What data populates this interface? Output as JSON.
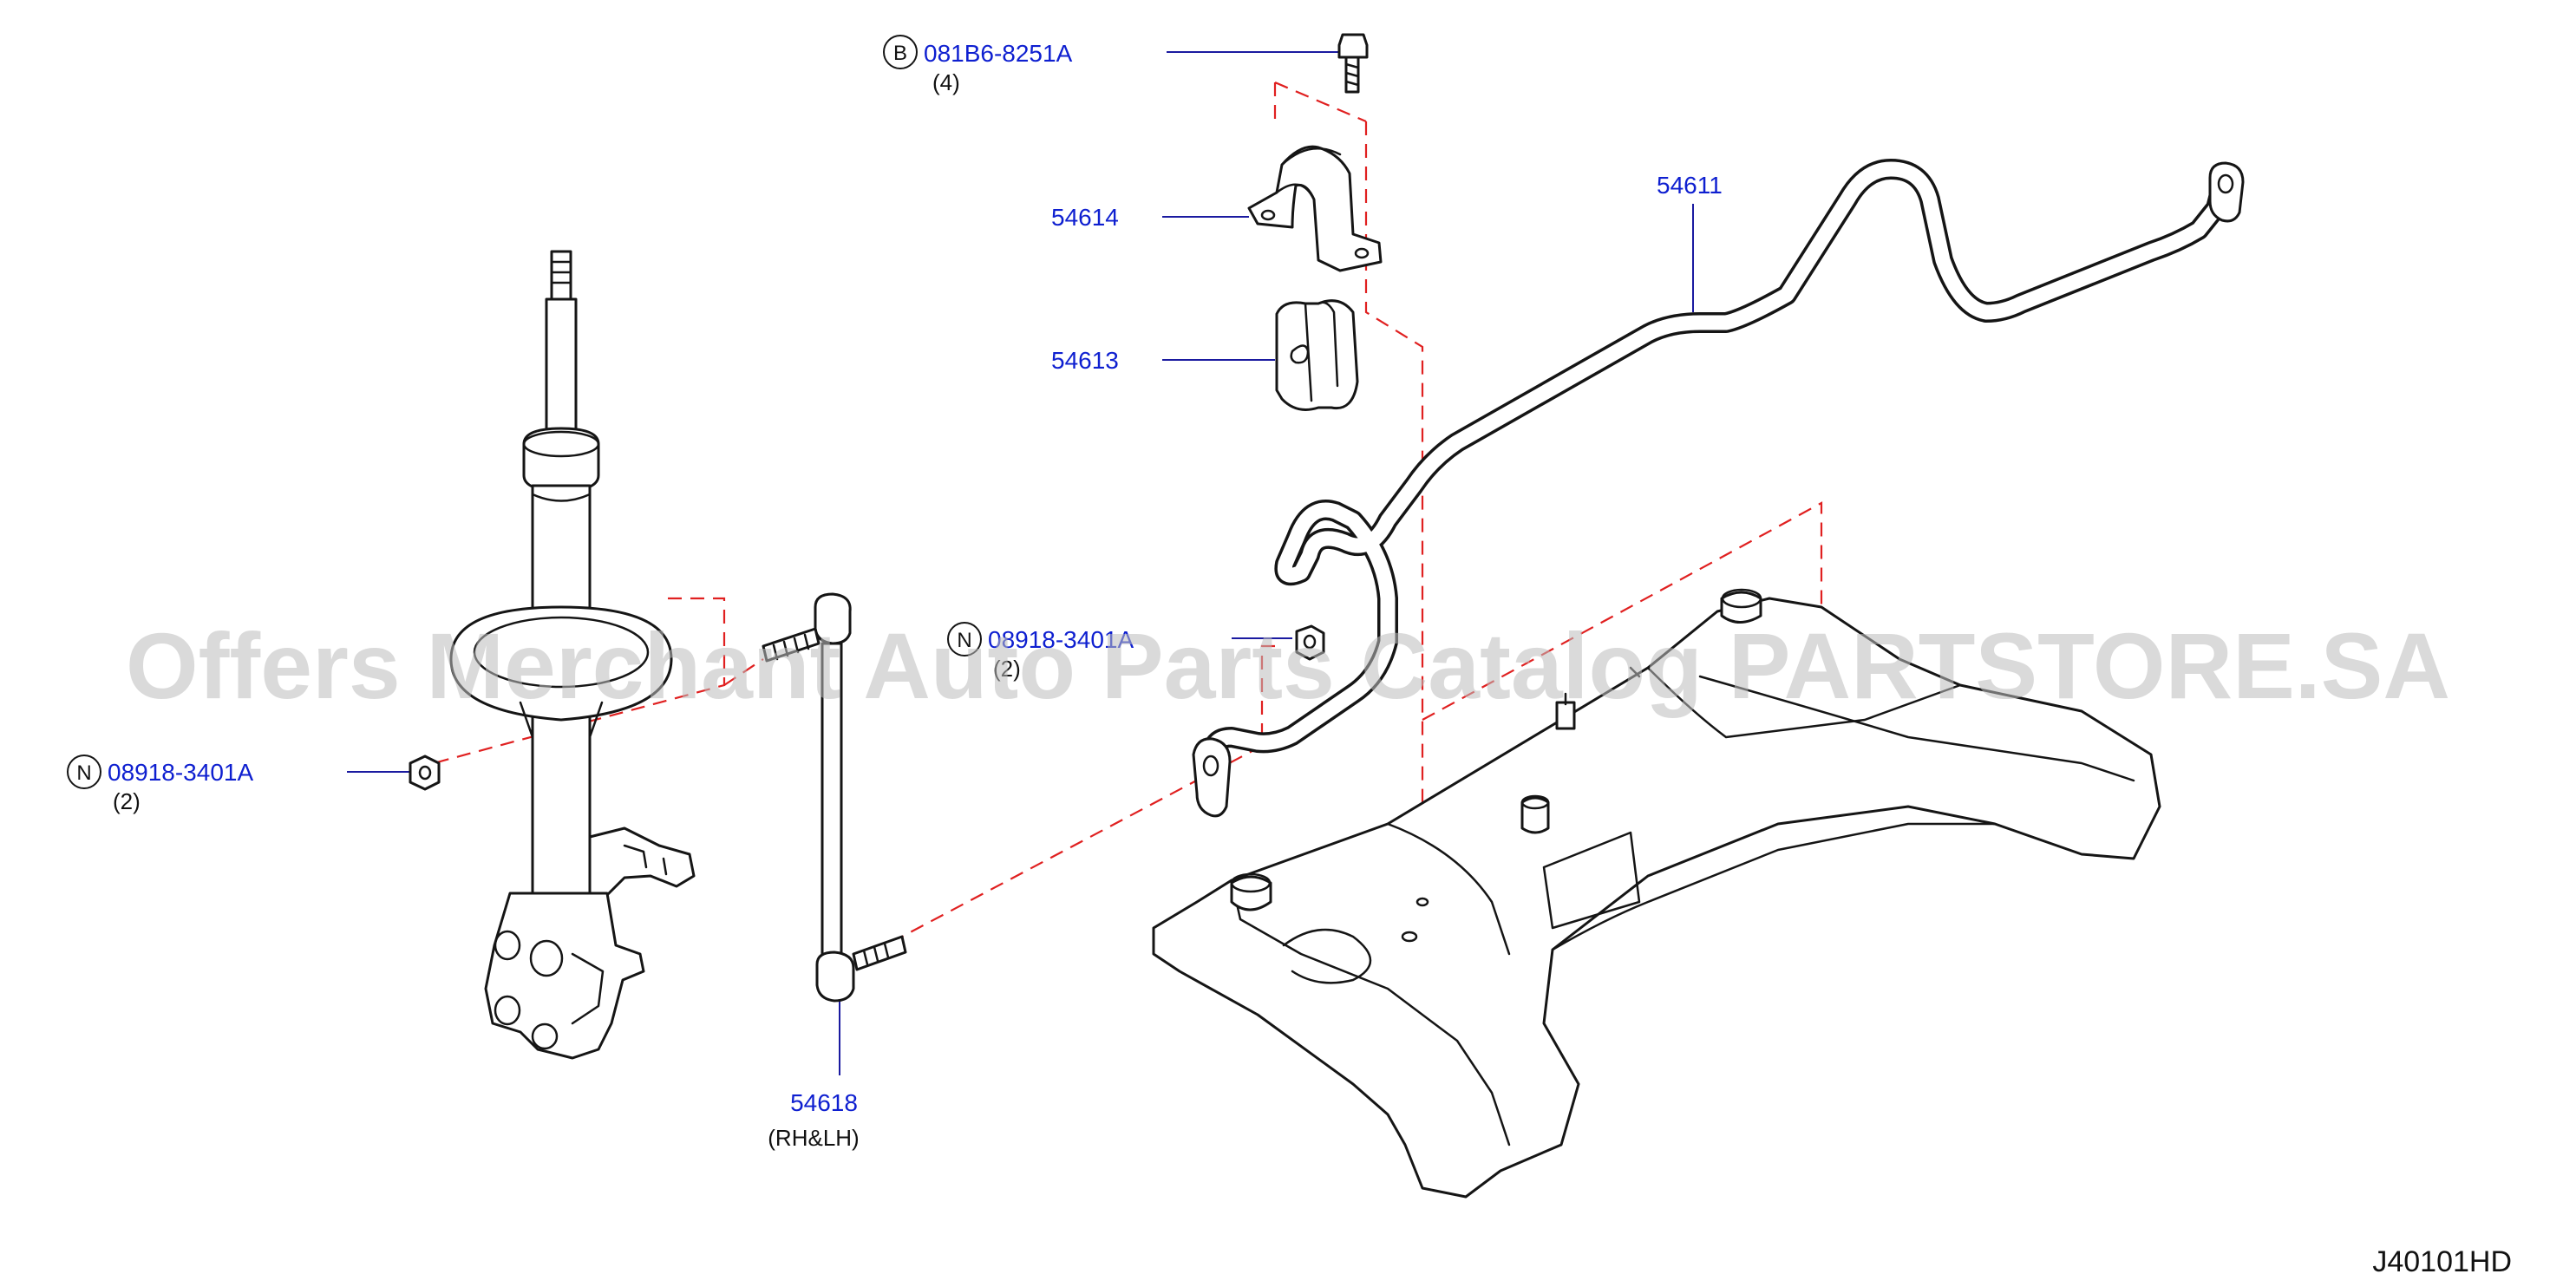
{
  "parts": {
    "bolt": {
      "circle_letter": "B",
      "number": "081B6-8251A",
      "qty": "(4)"
    },
    "clamp": {
      "number": "54614"
    },
    "bushing": {
      "number": "54613"
    },
    "stabilizer_bar": {
      "number": "54611"
    },
    "nut_left": {
      "circle_letter": "N",
      "number": "08918-3401A",
      "qty": "(2)"
    },
    "nut_center": {
      "circle_letter": "N",
      "number": "08918-3401A",
      "qty": "(2)"
    },
    "link_rod": {
      "number": "54618",
      "qty": "(RH&LH)"
    }
  },
  "diagram_code": "J40101HD",
  "watermark": "Offers Merchant Auto Parts Catalog PARTSTORE.SA",
  "colors": {
    "label": "#0e1fd0",
    "guide_dash": "#e02020",
    "watermark": "#bdbdbd"
  }
}
